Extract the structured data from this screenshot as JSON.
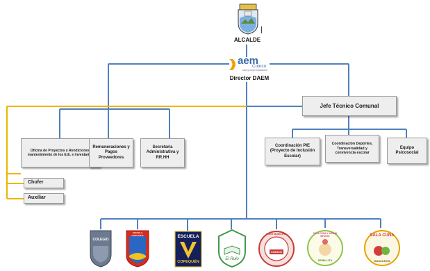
{
  "top": {
    "alcalde_label": "ALCALDE",
    "daem_logo_word": "aem",
    "daem_logo_place": "Coinco",
    "daem_logo_tagline": "Una y mejor educación",
    "director_label": "Director DAEM"
  },
  "left_boxes": {
    "proyectos": "Oficina de Proyectos y Rendiciones, mantenimiento de los E.E. e inventarios",
    "remuneraciones": "Remuneraciones y Pagos Proveedores",
    "secretaria": "Secretaria Administrativa y RR.HH",
    "chofer": "Chofer",
    "auxiliar": "Auxiliar"
  },
  "right_boxes": {
    "jefe": "Jefe Técnico Comunal",
    "pie": "Coordinación PIE (Proyecto de Inclusión Escolar)",
    "deportes": "Coordinación Deportes, Transversalidad y convivencia escolar",
    "psico": "Equipo Psicosocial"
  },
  "schools": {
    "colegio": "COLEGIO",
    "escuela_chillehue": "ESCUELA CHILLEHUE",
    "escuela": "ESCUELA",
    "copequen": "COPEQUÉN",
    "el_rulo": "El Rulo",
    "coinco": "COINCO",
    "liceo": "LICEO MUNICIPAL",
    "sala_cuna_semillita": "SALA CUNA Y JARDÍN INFANTIL",
    "semillita": "SEMILLITA",
    "sala_cuna": "SALA CUNA",
    "manzanita": "MANZANITA"
  },
  "colors": {
    "blue_line": "#4f81bd",
    "gold_line": "#f0b400",
    "box_fill": "#eeeeee"
  }
}
